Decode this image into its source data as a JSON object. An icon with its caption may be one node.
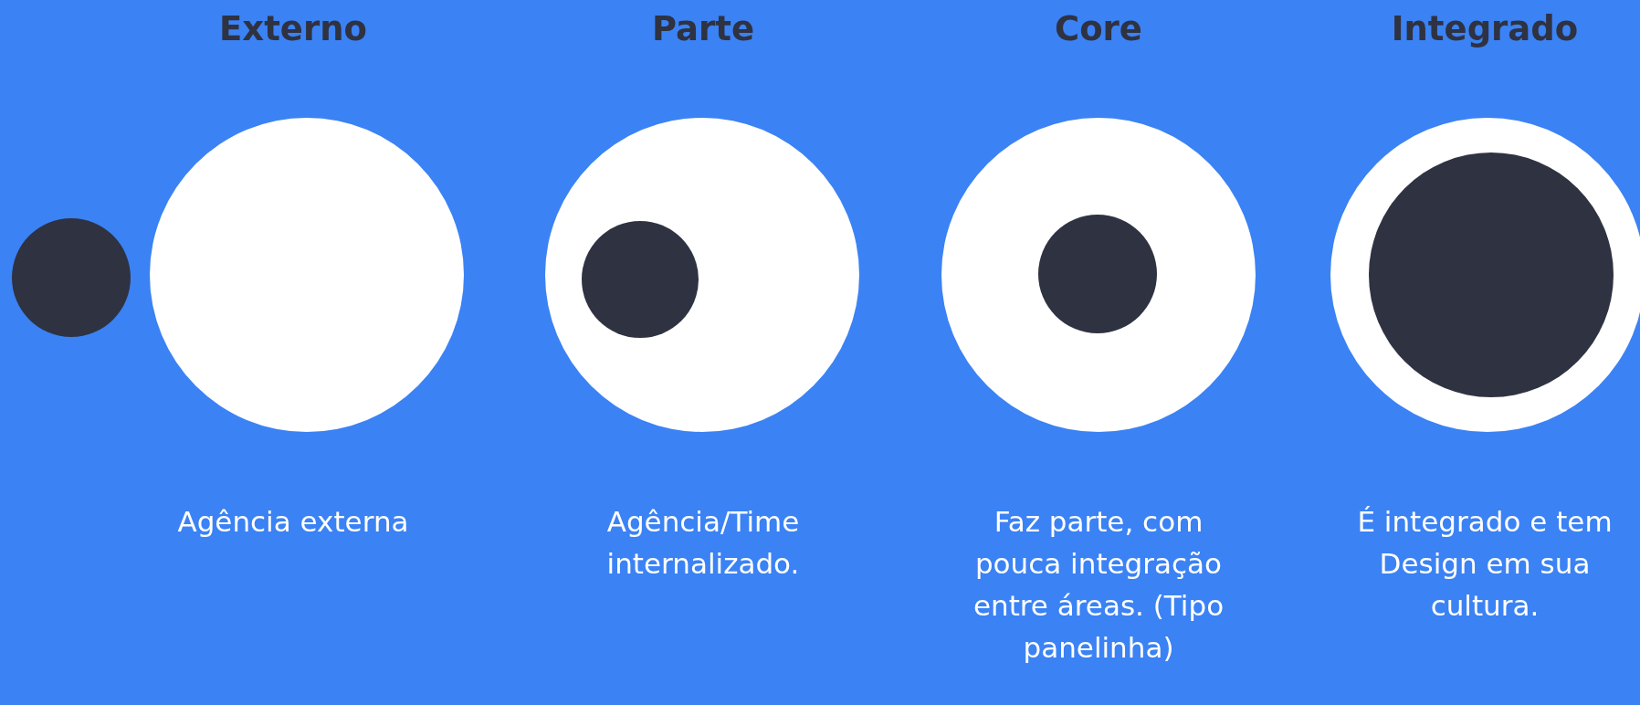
{
  "diagram": {
    "nodes": [
      {
        "text": [],
        "shape": "circle"
      },
      {
        "text": [],
        "shape": "circle"
      },
      {
        "text": [],
        "shape": "circle"
      },
      {
        "text": [],
        "shape": "circle",
        "in": 2
      },
      {
        "text": [],
        "shape": "circle"
      },
      {
        "text": [],
        "shape": "circle",
        "in": 4
      },
      {
        "text": [],
        "shape": "circle"
      },
      {
        "text": [],
        "shape": "circle",
        "in": 6
      }
    ],
    "labels": [
      "Externo",
      "Parte",
      "Core",
      "Integrado",
      "Agência externa",
      "Agência/Time internalizado.",
      "Faz parte, com pouca integração entre áreas. (Tipo panelinha)",
      "É integrado e tem Design em sua cultura."
    ]
  }
}
